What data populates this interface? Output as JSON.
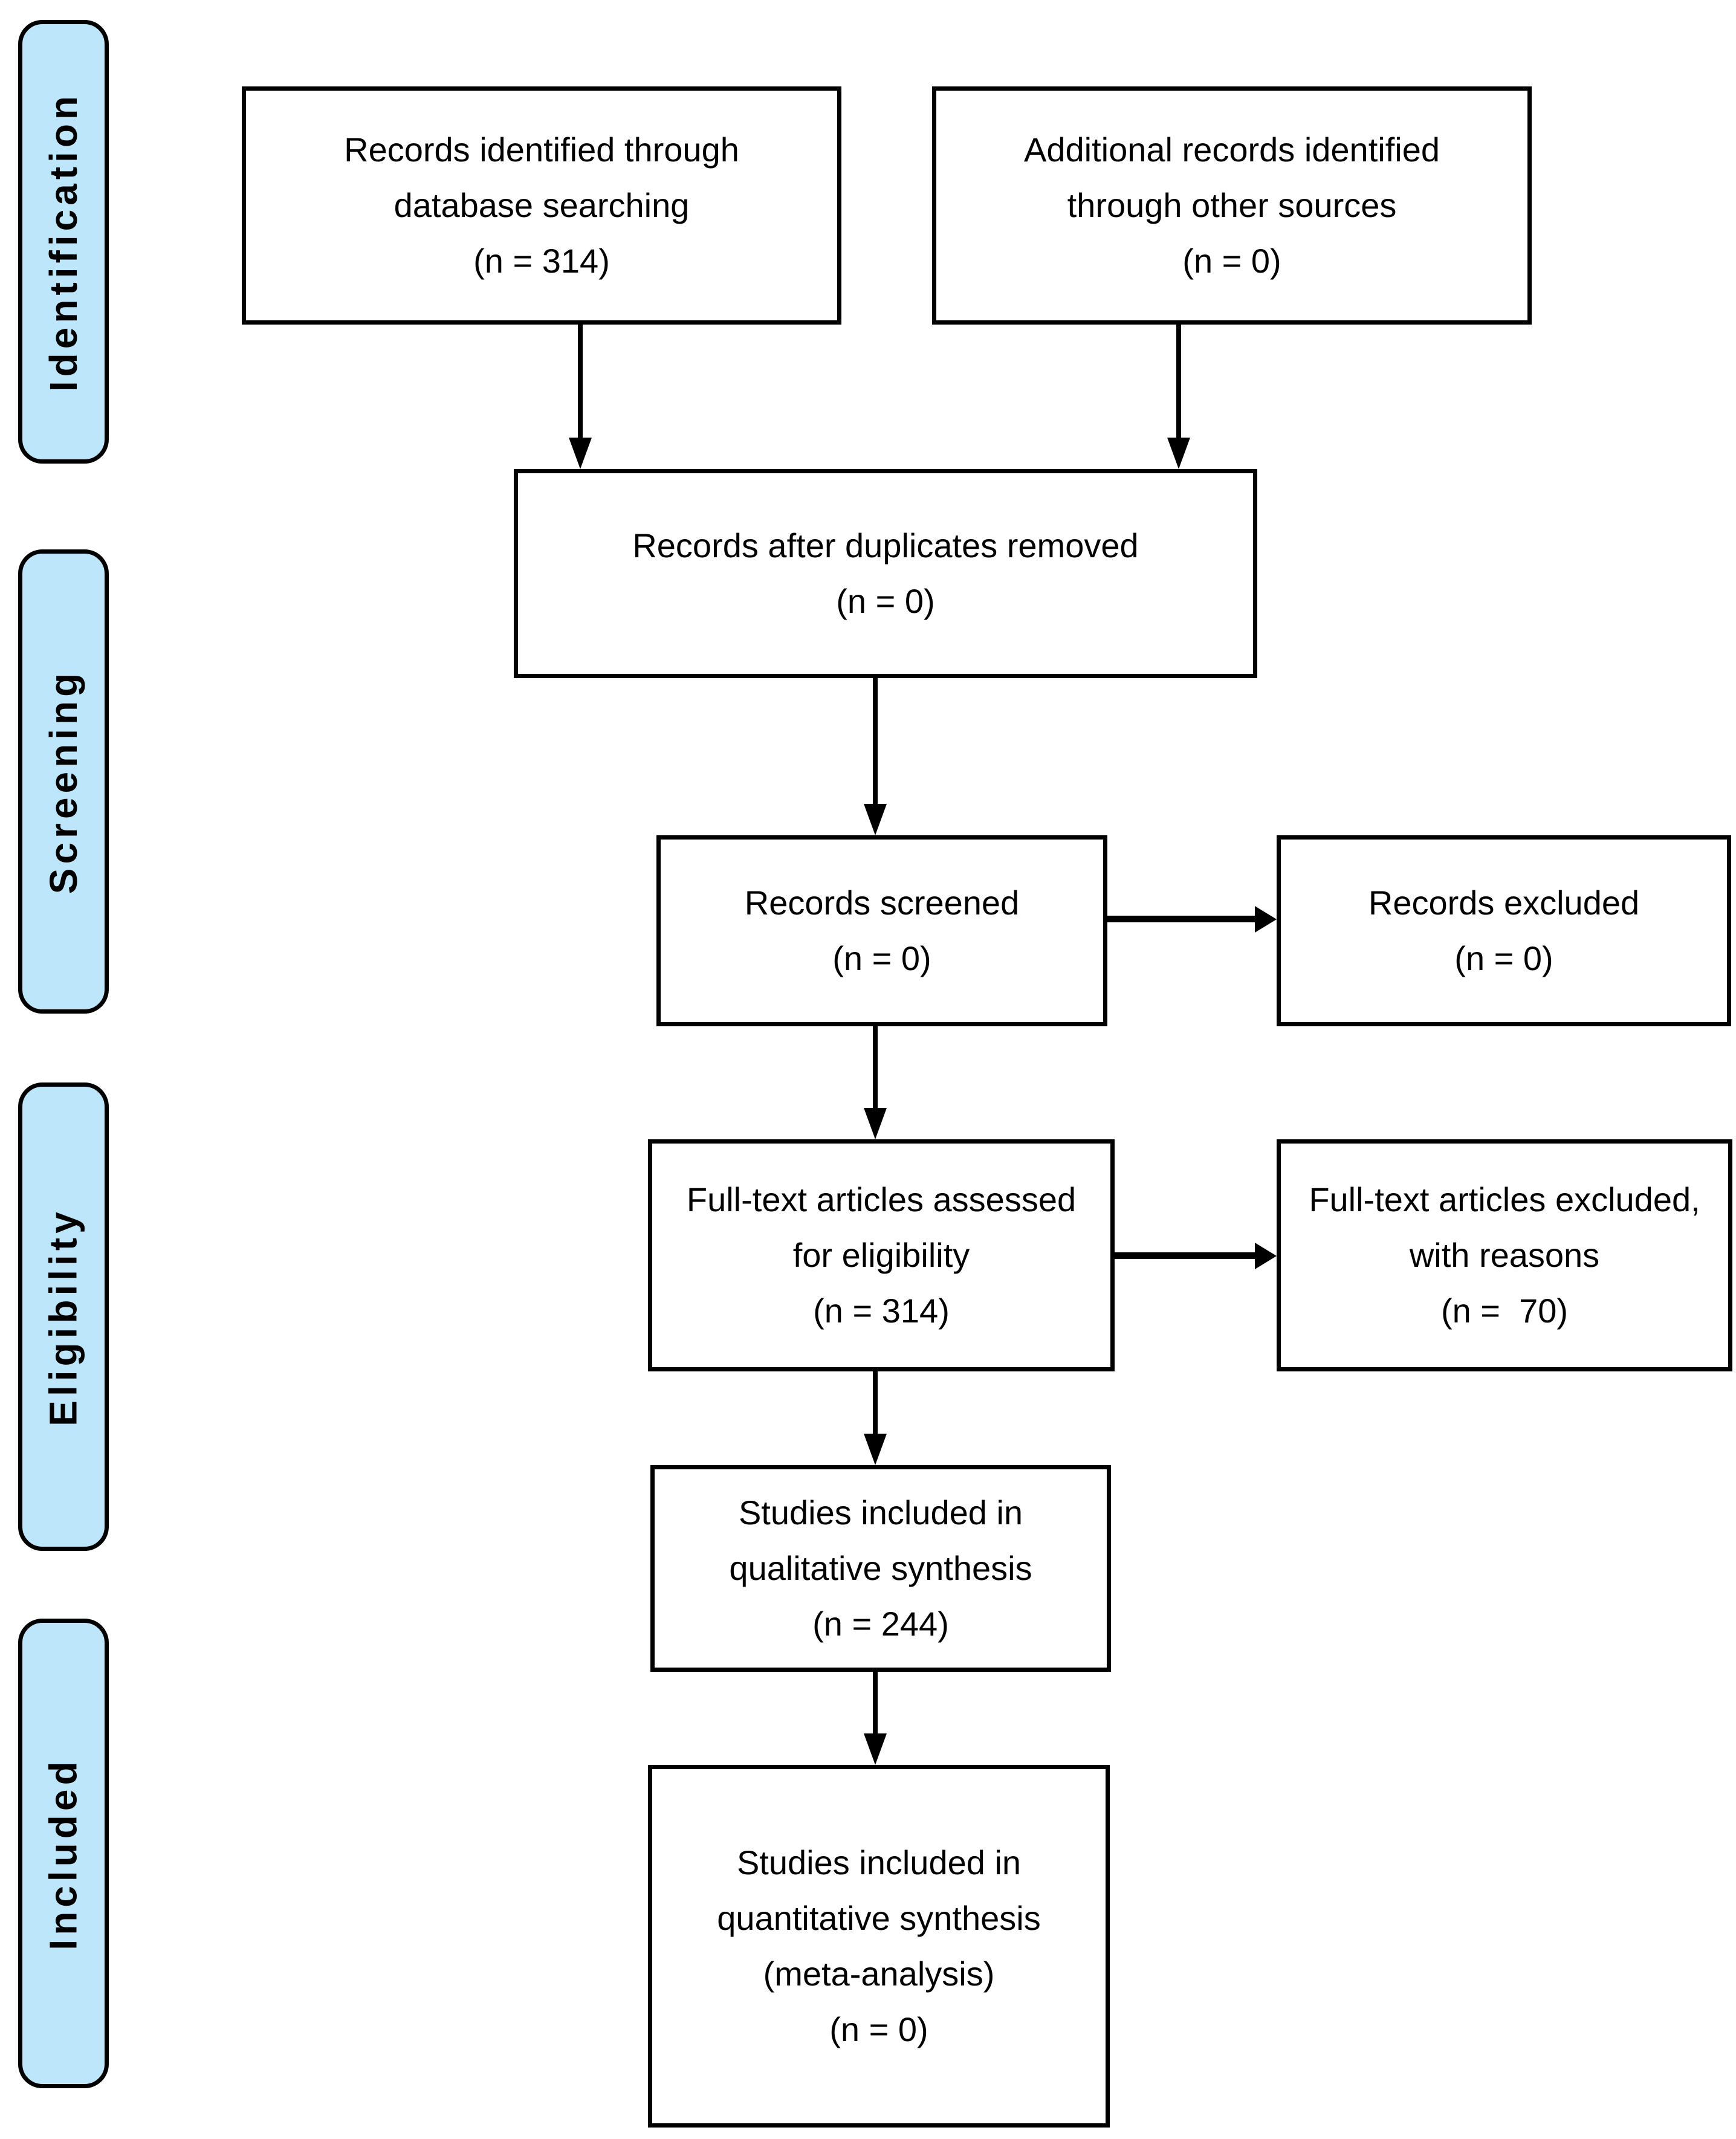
{
  "stages": {
    "identification": "Identification",
    "screening": "Screening",
    "eligibility": "Eligibility",
    "included": "Included"
  },
  "boxes": {
    "records_identified": "Records identified through\ndatabase searching\n(n = 314)",
    "additional_records": "Additional records identified\nthrough other sources\n(n = 0)",
    "after_duplicates": "Records after duplicates removed\n(n = 0)",
    "records_screened": "Records screened\n(n = 0)",
    "records_excluded": "Records excluded\n(n = 0)",
    "fulltext_assessed": "Full-text articles assessed\nfor eligibility\n(n = 314)",
    "fulltext_excluded": "Full-text articles excluded,\nwith reasons\n(n =  70)",
    "qualitative_synthesis": "Studies included in\nqualitative synthesis\n(n = 244)",
    "quantitative_synthesis": "Studies included in\nquantitative synthesis\n(meta-analysis)\n(n = 0)"
  },
  "counts": {
    "records_identified": 314,
    "additional_records": 0,
    "after_duplicates": 0,
    "records_screened": 0,
    "records_excluded": 0,
    "fulltext_assessed": 314,
    "fulltext_excluded": 70,
    "qualitative_synthesis": 244,
    "quantitative_synthesis": 0
  },
  "edges": [
    {
      "from": "records_identified",
      "to": "after_duplicates"
    },
    {
      "from": "additional_records",
      "to": "after_duplicates"
    },
    {
      "from": "after_duplicates",
      "to": "records_screened"
    },
    {
      "from": "records_screened",
      "to": "records_excluded"
    },
    {
      "from": "records_screened",
      "to": "fulltext_assessed"
    },
    {
      "from": "fulltext_assessed",
      "to": "fulltext_excluded"
    },
    {
      "from": "fulltext_assessed",
      "to": "qualitative_synthesis"
    },
    {
      "from": "qualitative_synthesis",
      "to": "quantitative_synthesis"
    }
  ],
  "colors": {
    "background": "#ffffff",
    "stage_fill": "#bde6fa",
    "stage_border": "#000000",
    "box_fill": "#ffffff",
    "box_border": "#000000",
    "arrow": "#000000",
    "text": "#000000"
  }
}
